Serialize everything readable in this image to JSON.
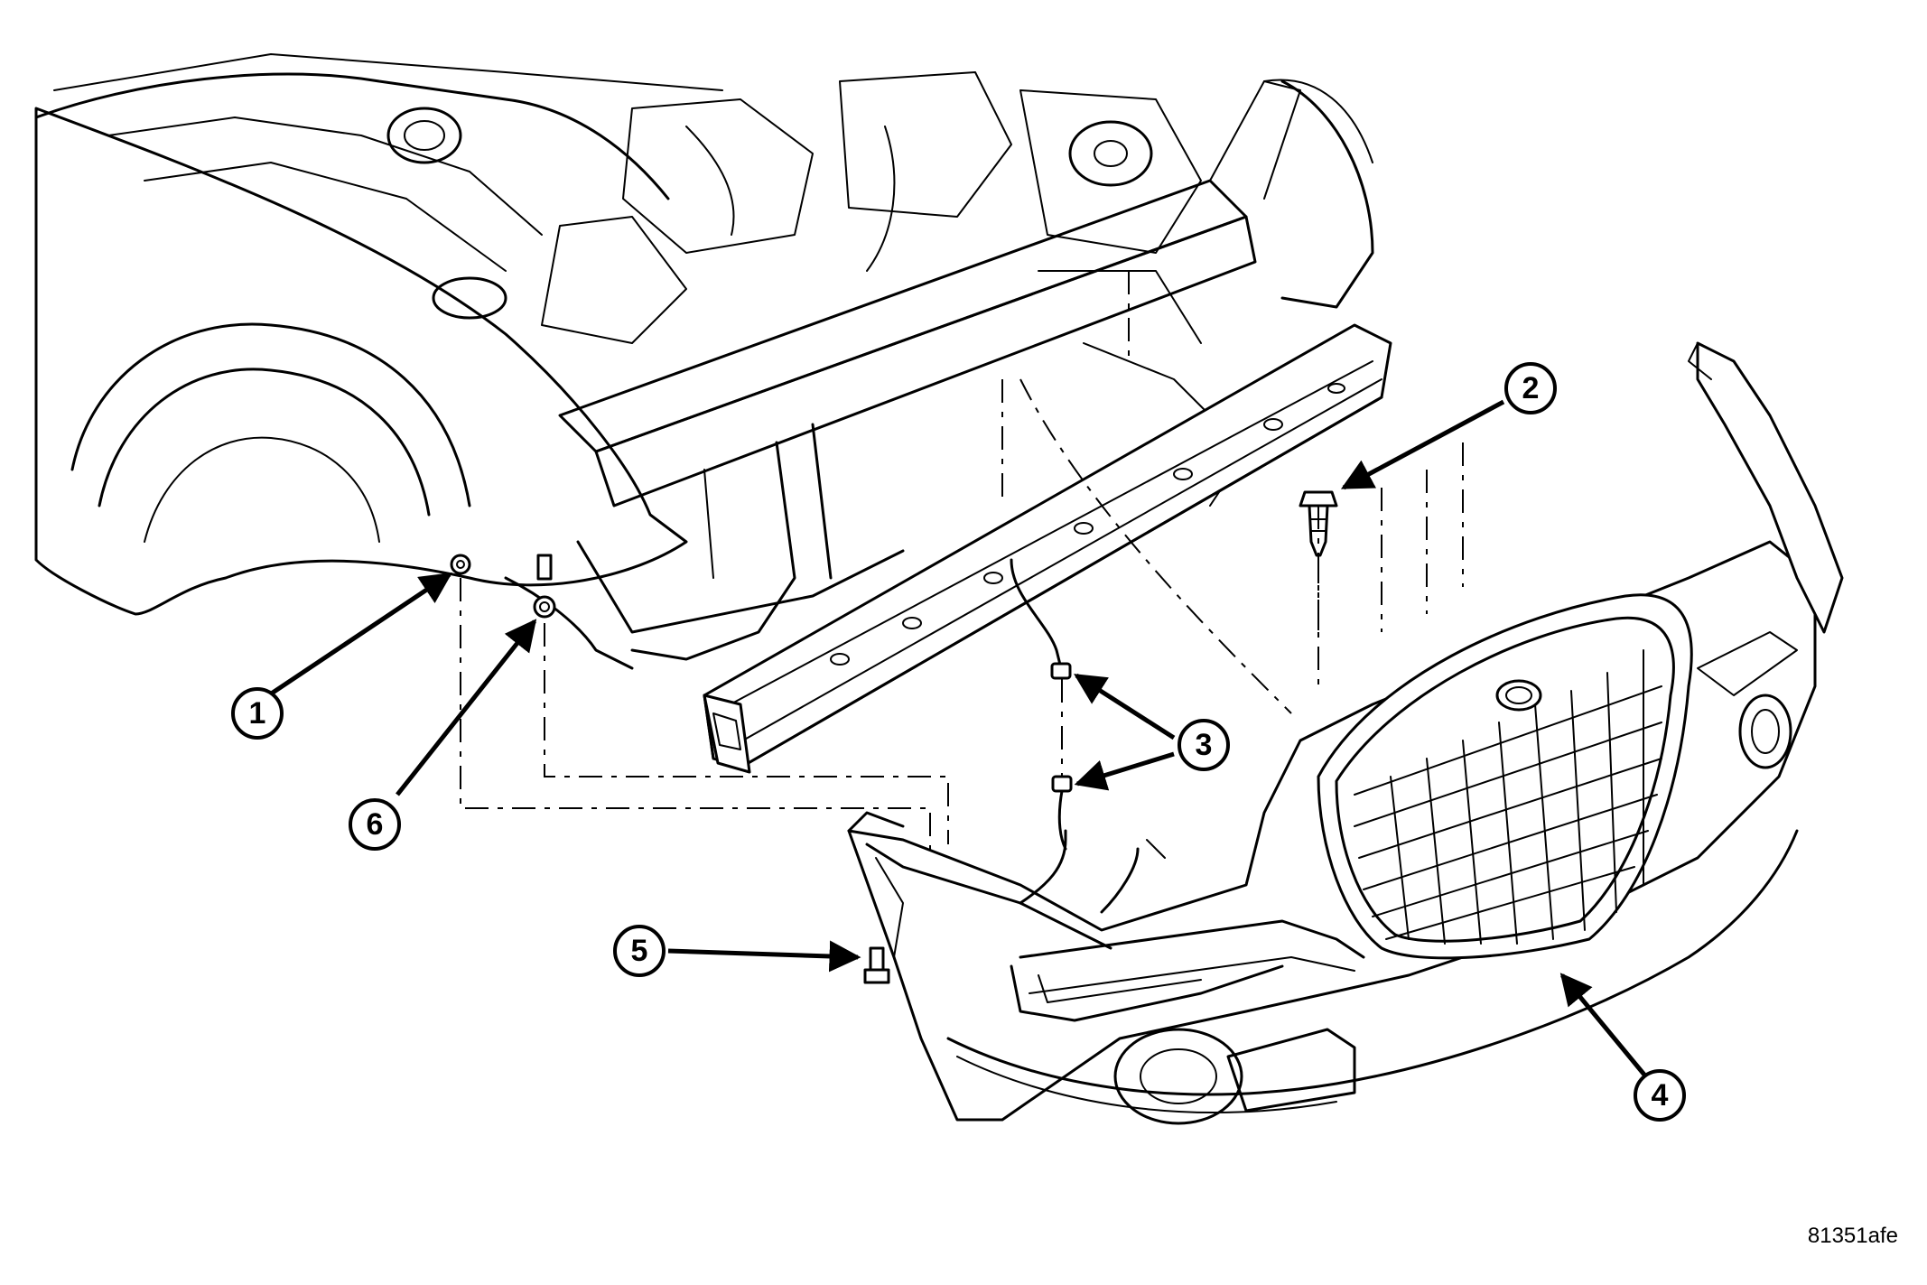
{
  "figure_id": "81351afe",
  "callouts": [
    {
      "id": "1",
      "label": "1"
    },
    {
      "id": "2",
      "label": "2"
    },
    {
      "id": "3",
      "label": "3"
    },
    {
      "id": "4",
      "label": "4"
    },
    {
      "id": "5",
      "label": "5"
    },
    {
      "id": "6",
      "label": "6"
    }
  ]
}
